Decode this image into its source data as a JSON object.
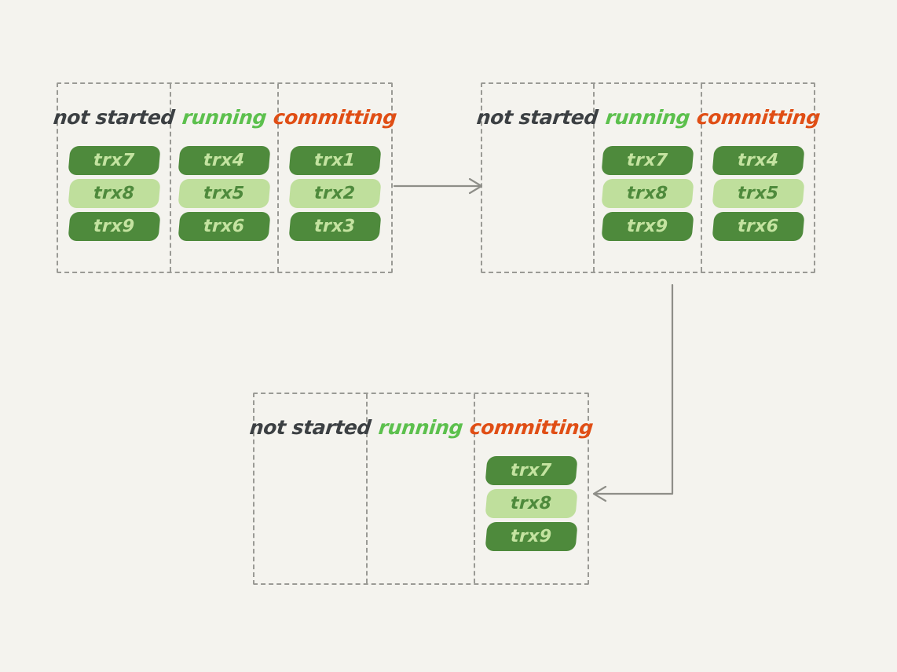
{
  "diagram": {
    "title_columns": {
      "not_started": "not started",
      "running": "running",
      "committing": "committing"
    },
    "colors": {
      "background": "#f4f3ee",
      "not_started_text": "#3c4043",
      "running_text": "#5cc04d",
      "committing_text": "#e04e15",
      "pill_dark_bg": "#4e8a3c",
      "pill_dark_text": "#c4e3a0",
      "pill_light_bg": "#bfdf9c",
      "pill_light_text": "#4e8a3c",
      "dashed_border": "#9a9a95",
      "arrow": "#8e8e88"
    },
    "groups": [
      {
        "name": "state-1",
        "columns": [
          {
            "label": "not started",
            "style": "not-started",
            "items": [
              {
                "label": "trx7",
                "tone": "dark"
              },
              {
                "label": "trx8",
                "tone": "light"
              },
              {
                "label": "trx9",
                "tone": "dark"
              }
            ]
          },
          {
            "label": "running",
            "style": "running",
            "items": [
              {
                "label": "trx4",
                "tone": "dark"
              },
              {
                "label": "trx5",
                "tone": "light"
              },
              {
                "label": "trx6",
                "tone": "dark"
              }
            ]
          },
          {
            "label": "committing",
            "style": "committing",
            "items": [
              {
                "label": "trx1",
                "tone": "dark"
              },
              {
                "label": "trx2",
                "tone": "light"
              },
              {
                "label": "trx3",
                "tone": "dark"
              }
            ]
          }
        ]
      },
      {
        "name": "state-2",
        "columns": [
          {
            "label": "not started",
            "style": "not-started",
            "items": []
          },
          {
            "label": "running",
            "style": "running",
            "items": [
              {
                "label": "trx7",
                "tone": "dark"
              },
              {
                "label": "trx8",
                "tone": "light"
              },
              {
                "label": "trx9",
                "tone": "dark"
              }
            ]
          },
          {
            "label": "committing",
            "style": "committing",
            "items": [
              {
                "label": "trx4",
                "tone": "dark"
              },
              {
                "label": "trx5",
                "tone": "light"
              },
              {
                "label": "trx6",
                "tone": "dark"
              }
            ]
          }
        ]
      },
      {
        "name": "state-3",
        "columns": [
          {
            "label": "not started",
            "style": "not-started",
            "items": []
          },
          {
            "label": "running",
            "style": "running",
            "items": []
          },
          {
            "label": "committing",
            "style": "committing",
            "items": [
              {
                "label": "trx7",
                "tone": "dark"
              },
              {
                "label": "trx8",
                "tone": "light"
              },
              {
                "label": "trx9",
                "tone": "dark"
              }
            ]
          }
        ]
      }
    ],
    "arrows": [
      {
        "name": "arrow-state1-to-state2",
        "from": "state-1",
        "to": "state-2",
        "direction": "right"
      },
      {
        "name": "arrow-state2-to-state3",
        "from": "state-2",
        "to": "state-3",
        "direction": "left"
      }
    ]
  }
}
